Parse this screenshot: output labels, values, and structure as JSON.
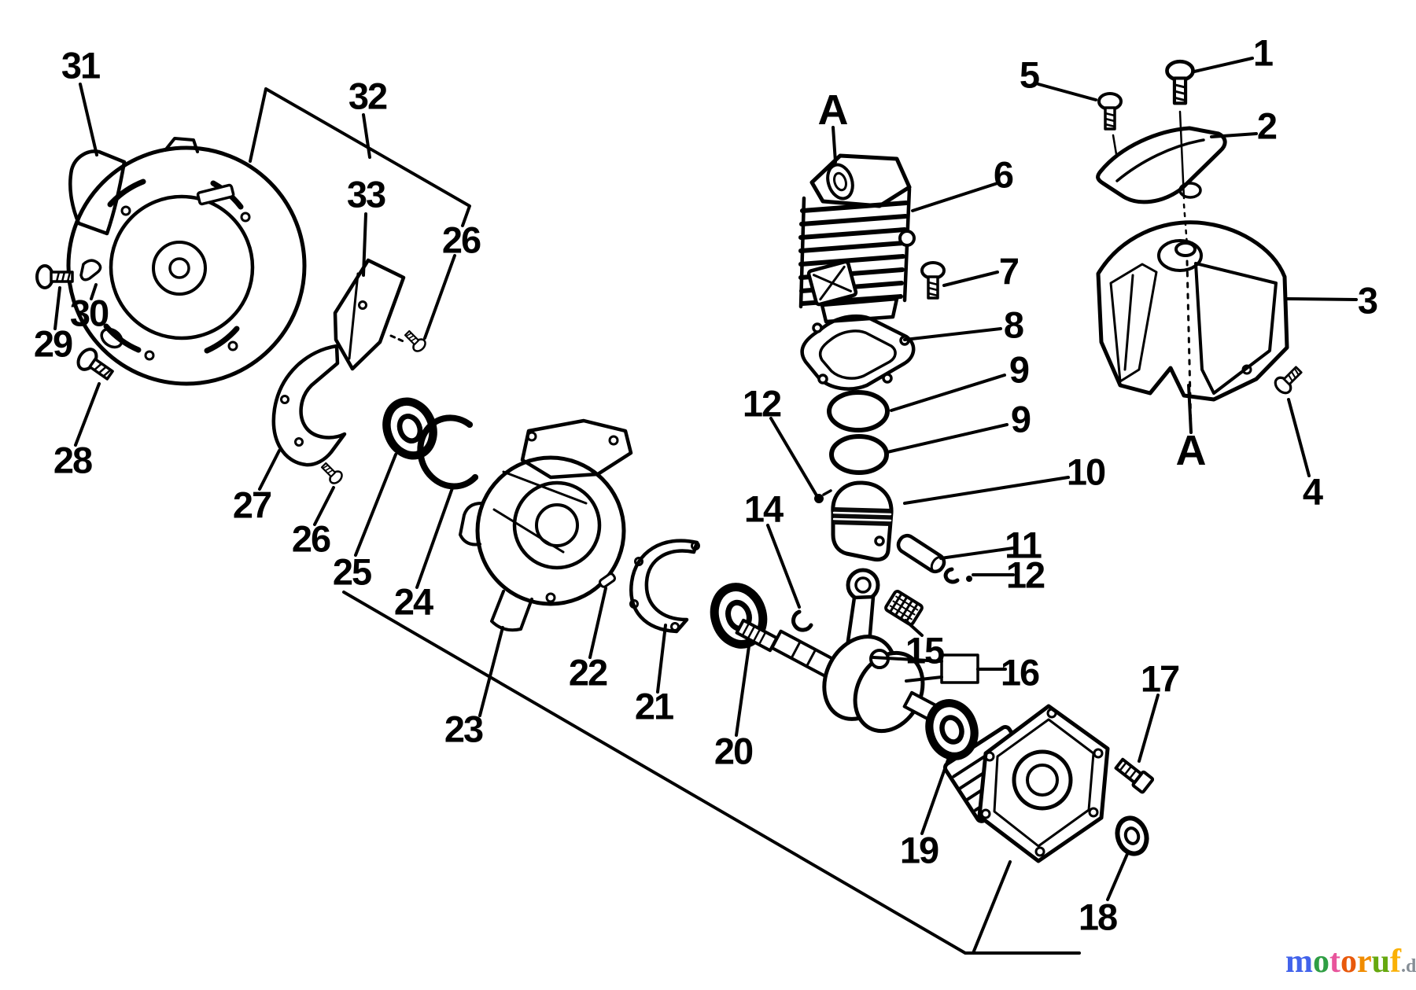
{
  "page": {
    "background": "#ffffff",
    "ink": "#000000"
  },
  "diagram": {
    "kind": "exploded-parts-diagram",
    "subject": "engine short block, cylinder, covers and crankcase"
  },
  "callouts": [
    {
      "label": "1"
    },
    {
      "label": "2"
    },
    {
      "label": "3"
    },
    {
      "label": "4"
    },
    {
      "label": "5"
    },
    {
      "label": "6"
    },
    {
      "label": "7"
    },
    {
      "label": "8"
    },
    {
      "label": "9"
    },
    {
      "label": "9"
    },
    {
      "label": "10"
    },
    {
      "label": "11"
    },
    {
      "label": "12"
    },
    {
      "label": "12"
    },
    {
      "label": "14"
    },
    {
      "label": "15"
    },
    {
      "label": "16"
    },
    {
      "label": "17"
    },
    {
      "label": "18"
    },
    {
      "label": "19"
    },
    {
      "label": "20"
    },
    {
      "label": "21"
    },
    {
      "label": "22"
    },
    {
      "label": "23"
    },
    {
      "label": "24"
    },
    {
      "label": "25"
    },
    {
      "label": "26"
    },
    {
      "label": "26"
    },
    {
      "label": "27"
    },
    {
      "label": "28"
    },
    {
      "label": "29"
    },
    {
      "label": "30"
    },
    {
      "label": "31"
    },
    {
      "label": "32"
    },
    {
      "label": "33"
    },
    {
      "label": "A"
    },
    {
      "label": "A"
    }
  ],
  "watermark": {
    "text": "motoruf.de",
    "letters": [
      {
        "char": "m",
        "color": "#4263eb"
      },
      {
        "char": "o",
        "color": "#2f9e44"
      },
      {
        "char": "t",
        "color": "#e8559c"
      },
      {
        "char": "o",
        "color": "#e8590c"
      },
      {
        "char": "r",
        "color": "#f08c00"
      },
      {
        "char": "u",
        "color": "#66a80f"
      },
      {
        "char": "f",
        "color": "#fab005"
      }
    ],
    "suffix": ".de",
    "suffix_color": "#868e96"
  }
}
